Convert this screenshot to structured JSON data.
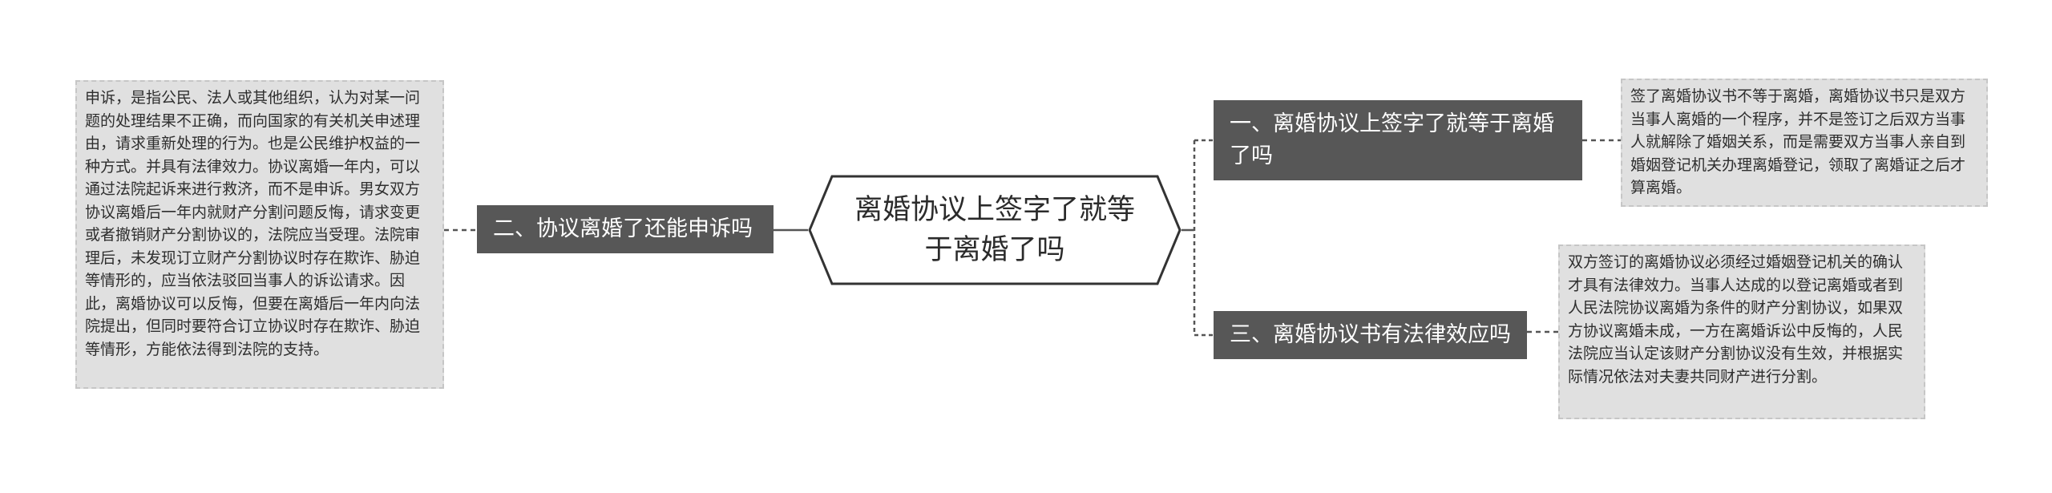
{
  "mindmap": {
    "center": {
      "label": "离婚协议上签字了就等于离婚了吗"
    },
    "branches": [
      {
        "label": "一、离婚协议上签字了就等于离婚了吗",
        "detail": "签了离婚协议书不等于离婚，离婚协议书只是双方当事人离婚的一个程序，并不是签订之后双方当事人就解除了婚姻关系，而是需要双方当事人亲自到婚姻登记机关办理离婚登记，领取了离婚证之后才算离婚。"
      },
      {
        "label": "二、协议离婚了还能申诉吗",
        "detail": "申诉，是指公民、法人或其他组织，认为对某一问题的处理结果不正确，而向国家的有关机关申述理由，请求重新处理的行为。也是公民维护权益的一种方式。并具有法律效力。协议离婚一年内，可以通过法院起诉来进行救济，而不是申诉。男女双方协议离婚后一年内就财产分割问题反悔，请求变更或者撤销财产分割协议的，法院应当受理。法院审理后，未发现订立财产分割协议时存在欺诈、胁迫等情形的，应当依法驳回当事人的诉讼请求。因此，离婚协议可以反悔，但要在离婚后一年内向法院提出，但同时要符合订立协议时存在欺诈、胁迫等情形，方能依法得到法院的支持。"
      },
      {
        "label": "三、离婚协议书有法律效应吗",
        "detail": "双方签订的离婚协议必须经过婚姻登记机关的确认才具有法律效力。当事人达成的以登记离婚或者到人民法院协议离婚为条件的财产分割协议，如果双方协议离婚未成，一方在离婚诉讼中反悔的，人民法院应当认定该财产分割协议没有生效，并根据实际情况依法对夫妻共同财产进行分割。"
      }
    ],
    "colors": {
      "branch_fill": "#575757",
      "branch_text": "#ffffff",
      "leaf_fill": "#e0e0e0",
      "leaf_border": "#c6c6c6",
      "connector": "#6b6b6b",
      "center_border": "#333333"
    }
  }
}
